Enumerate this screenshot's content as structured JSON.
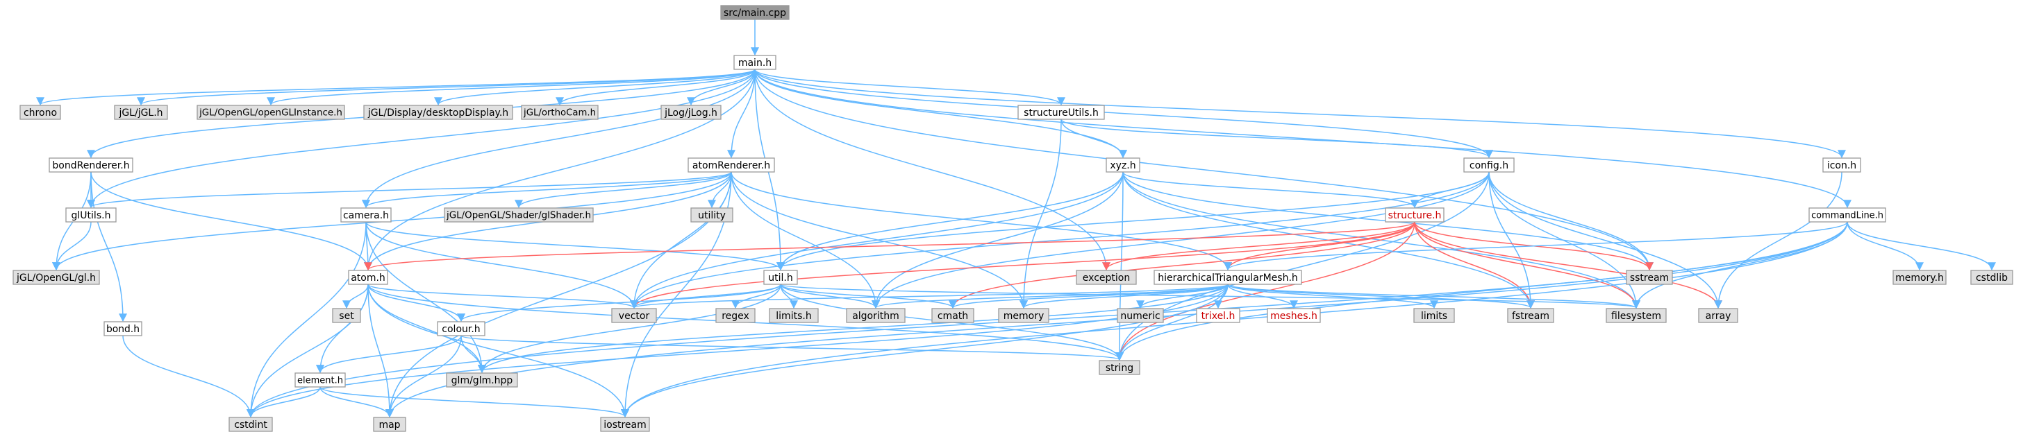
{
  "colors": {
    "edge": "#63b8ff",
    "edge_highlight": "#ff6666",
    "fill_root": "#999999",
    "fill_documented": "#ffffff",
    "fill_external": "#e0e0e0",
    "border_default": "#999999",
    "border_highlight": "#ff0000",
    "text_default": "#000000",
    "text_highlight": "#cc0000"
  },
  "nodes": [
    {
      "id": "src_main_cpp",
      "label": "src/main.cpp",
      "kind": "root"
    },
    {
      "id": "main_h",
      "label": "main.h",
      "kind": "documented"
    },
    {
      "id": "chrono",
      "label": "chrono",
      "kind": "external"
    },
    {
      "id": "jgl_jgl_h",
      "label": "jGL/jGL.h",
      "kind": "external"
    },
    {
      "id": "jgl_opengl_openglinstance_h",
      "label": "jGL/OpenGL/openGLInstance.h",
      "kind": "external"
    },
    {
      "id": "jgl_display_desktopdisplay_h",
      "label": "jGL/Display/desktopDisplay.h",
      "kind": "external"
    },
    {
      "id": "jgl_orthocam_h",
      "label": "jGL/orthoCam.h",
      "kind": "external"
    },
    {
      "id": "jlog_jlog_h",
      "label": "jLog/jLog.h",
      "kind": "external"
    },
    {
      "id": "structureutils_h",
      "label": "structureUtils.h",
      "kind": "documented"
    },
    {
      "id": "icon_h",
      "label": "icon.h",
      "kind": "documented"
    },
    {
      "id": "bondrenderer_h",
      "label": "bondRenderer.h",
      "kind": "documented"
    },
    {
      "id": "atomrenderer_h",
      "label": "atomRenderer.h",
      "kind": "documented"
    },
    {
      "id": "xyz_h",
      "label": "xyz.h",
      "kind": "documented"
    },
    {
      "id": "config_h",
      "label": "config.h",
      "kind": "documented"
    },
    {
      "id": "commandline_h",
      "label": "commandLine.h",
      "kind": "documented"
    },
    {
      "id": "glutils_h",
      "label": "glUtils.h",
      "kind": "documented"
    },
    {
      "id": "camera_h",
      "label": "camera.h",
      "kind": "documented"
    },
    {
      "id": "jgl_opengl_shader_glshader_h",
      "label": "jGL/OpenGL/Shader/glShader.h",
      "kind": "external"
    },
    {
      "id": "utility",
      "label": "utility",
      "kind": "external"
    },
    {
      "id": "structure_h",
      "label": "structure.h",
      "kind": "highlight"
    },
    {
      "id": "sstream",
      "label": "sstream",
      "kind": "external"
    },
    {
      "id": "memory_h",
      "label": "memory.h",
      "kind": "external"
    },
    {
      "id": "cstdlib",
      "label": "cstdlib",
      "kind": "external"
    },
    {
      "id": "jgl_opengl_gl_h",
      "label": "jGL/OpenGL/gl.h",
      "kind": "external"
    },
    {
      "id": "atom_h",
      "label": "atom.h",
      "kind": "documented"
    },
    {
      "id": "util_h",
      "label": "util.h",
      "kind": "documented"
    },
    {
      "id": "exception",
      "label": "exception",
      "kind": "external"
    },
    {
      "id": "hierarchicaltriangularmesh_h",
      "label": "hierarchicalTriangularMesh.h",
      "kind": "documented"
    },
    {
      "id": "bond_h",
      "label": "bond.h",
      "kind": "documented"
    },
    {
      "id": "set",
      "label": "set",
      "kind": "external"
    },
    {
      "id": "vector",
      "label": "vector",
      "kind": "external"
    },
    {
      "id": "regex",
      "label": "regex",
      "kind": "external"
    },
    {
      "id": "limits_h",
      "label": "limits.h",
      "kind": "external"
    },
    {
      "id": "algorithm",
      "label": "algorithm",
      "kind": "external"
    },
    {
      "id": "cmath",
      "label": "cmath",
      "kind": "external"
    },
    {
      "id": "memory",
      "label": "memory",
      "kind": "external"
    },
    {
      "id": "numeric",
      "label": "numeric",
      "kind": "external"
    },
    {
      "id": "trixel_h",
      "label": "trixel.h",
      "kind": "highlight"
    },
    {
      "id": "meshes_h",
      "label": "meshes.h",
      "kind": "highlight"
    },
    {
      "id": "limits",
      "label": "limits",
      "kind": "external"
    },
    {
      "id": "fstream",
      "label": "fstream",
      "kind": "external"
    },
    {
      "id": "filesystem",
      "label": "filesystem",
      "kind": "external"
    },
    {
      "id": "array",
      "label": "array",
      "kind": "external"
    },
    {
      "id": "colour_h",
      "label": "colour.h",
      "kind": "documented"
    },
    {
      "id": "glm_glm_hpp",
      "label": "glm/glm.hpp",
      "kind": "external"
    },
    {
      "id": "string",
      "label": "string",
      "kind": "external"
    },
    {
      "id": "element_h",
      "label": "element.h",
      "kind": "documented"
    },
    {
      "id": "cstdint",
      "label": "cstdint",
      "kind": "external"
    },
    {
      "id": "map",
      "label": "map",
      "kind": "external"
    },
    {
      "id": "iostream",
      "label": "iostream",
      "kind": "external"
    }
  ],
  "edges": [
    [
      "src_main_cpp",
      "main_h"
    ],
    [
      "main_h",
      "chrono"
    ],
    [
      "main_h",
      "jgl_jgl_h"
    ],
    [
      "main_h",
      "jgl_opengl_openglinstance_h"
    ],
    [
      "main_h",
      "jgl_display_desktopdisplay_h"
    ],
    [
      "main_h",
      "jgl_orthocam_h"
    ],
    [
      "main_h",
      "jlog_jlog_h"
    ],
    [
      "main_h",
      "bondrenderer_h"
    ],
    [
      "main_h",
      "glutils_h"
    ],
    [
      "main_h",
      "atom_h"
    ],
    [
      "main_h",
      "atomrenderer_h"
    ],
    [
      "main_h",
      "camera_h"
    ],
    [
      "main_h",
      "util_h"
    ],
    [
      "main_h",
      "structureutils_h"
    ],
    [
      "main_h",
      "xyz_h"
    ],
    [
      "main_h",
      "config_h"
    ],
    [
      "main_h",
      "exception"
    ],
    [
      "main_h",
      "sstream"
    ],
    [
      "main_h",
      "commandline_h"
    ],
    [
      "main_h",
      "icon_h"
    ],
    [
      "bondrenderer_h",
      "glutils_h"
    ],
    [
      "bondrenderer_h",
      "jgl_opengl_gl_h"
    ],
    [
      "bondrenderer_h",
      "atom_h"
    ],
    [
      "bondrenderer_h",
      "bond_h"
    ],
    [
      "glutils_h",
      "jgl_opengl_gl_h"
    ],
    [
      "atomrenderer_h",
      "glutils_h"
    ],
    [
      "atomrenderer_h",
      "camera_h"
    ],
    [
      "atomrenderer_h",
      "jgl_opengl_shader_glshader_h"
    ],
    [
      "atomrenderer_h",
      "utility"
    ],
    [
      "atomrenderer_h",
      "atom_h"
    ],
    [
      "atomrenderer_h",
      "vector"
    ],
    [
      "atomrenderer_h",
      "algorithm"
    ],
    [
      "atomrenderer_h",
      "memory"
    ],
    [
      "atomrenderer_h",
      "map"
    ],
    [
      "atomrenderer_h",
      "iostream"
    ],
    [
      "atomrenderer_h",
      "hierarchicaltriangularmesh_h"
    ],
    [
      "atomrenderer_h",
      "jgl_opengl_gl_h"
    ],
    [
      "camera_h",
      "atom_h"
    ],
    [
      "camera_h",
      "util_h"
    ],
    [
      "camera_h",
      "vector"
    ],
    [
      "camera_h",
      "glm_glm_hpp"
    ],
    [
      "camera_h",
      "cstdint"
    ],
    [
      "structureutils_h",
      "xyz_h"
    ],
    [
      "structureutils_h",
      "config_h"
    ],
    [
      "structureutils_h",
      "memory"
    ],
    [
      "xyz_h",
      "structure_h"
    ],
    [
      "xyz_h",
      "util_h"
    ],
    [
      "xyz_h",
      "vector"
    ],
    [
      "xyz_h",
      "algorithm"
    ],
    [
      "xyz_h",
      "string"
    ],
    [
      "xyz_h",
      "fstream"
    ],
    [
      "xyz_h",
      "sstream"
    ],
    [
      "xyz_h",
      "filesystem"
    ],
    [
      "config_h",
      "structure_h"
    ],
    [
      "config_h",
      "util_h"
    ],
    [
      "config_h",
      "vector"
    ],
    [
      "config_h",
      "sstream"
    ],
    [
      "config_h",
      "fstream"
    ],
    [
      "config_h",
      "filesystem"
    ],
    [
      "config_h",
      "array"
    ],
    [
      "config_h",
      "string"
    ],
    [
      "config_h",
      "algorithm"
    ],
    [
      "structure_h",
      "atom_h"
    ],
    [
      "structure_h",
      "hierarchicaltriangularmesh_h"
    ],
    [
      "structure_h",
      "exception"
    ],
    [
      "structure_h",
      "sstream"
    ],
    [
      "structure_h",
      "filesystem"
    ],
    [
      "structure_h",
      "array"
    ],
    [
      "structure_h",
      "fstream"
    ],
    [
      "structure_h",
      "string"
    ],
    [
      "structure_h",
      "vector"
    ],
    [
      "structure_h",
      "cmath"
    ],
    [
      "util_h",
      "colour_h"
    ],
    [
      "util_h",
      "vector"
    ],
    [
      "util_h",
      "regex"
    ],
    [
      "util_h",
      "limits_h"
    ],
    [
      "util_h",
      "algorithm"
    ],
    [
      "util_h",
      "cmath"
    ],
    [
      "util_h",
      "string"
    ],
    [
      "util_h",
      "glm_glm_hpp"
    ],
    [
      "util_h",
      "filesystem"
    ],
    [
      "hierarchicaltriangularmesh_h",
      "vector"
    ],
    [
      "hierarchicaltriangularmesh_h",
      "algorithm"
    ],
    [
      "hierarchicaltriangularmesh_h",
      "cmath"
    ],
    [
      "hierarchicaltriangularmesh_h",
      "memory"
    ],
    [
      "hierarchicaltriangularmesh_h",
      "numeric"
    ],
    [
      "hierarchicaltriangularmesh_h",
      "trixel_h"
    ],
    [
      "hierarchicaltriangularmesh_h",
      "meshes_h"
    ],
    [
      "hierarchicaltriangularmesh_h",
      "limits"
    ],
    [
      "hierarchicaltriangularmesh_h",
      "string"
    ],
    [
      "hierarchicaltriangularmesh_h",
      "fstream"
    ],
    [
      "hierarchicaltriangularmesh_h",
      "filesystem"
    ],
    [
      "hierarchicaltriangularmesh_h",
      "glm_glm_hpp"
    ],
    [
      "hierarchicaltriangularmesh_h",
      "cstdint"
    ],
    [
      "hierarchicaltriangularmesh_h",
      "iostream"
    ],
    [
      "commandline_h",
      "hierarchicaltriangularmesh_h"
    ],
    [
      "commandline_h",
      "memory_h"
    ],
    [
      "commandline_h",
      "cstdlib"
    ],
    [
      "commandline_h",
      "filesystem"
    ],
    [
      "commandline_h",
      "string"
    ],
    [
      "commandline_h",
      "iostream"
    ],
    [
      "commandline_h",
      "cstdint"
    ],
    [
      "commandline_h",
      "map"
    ],
    [
      "icon_h",
      "array"
    ],
    [
      "atom_h",
      "set"
    ],
    [
      "atom_h",
      "vector"
    ],
    [
      "atom_h",
      "colour_h"
    ],
    [
      "atom_h",
      "element_h"
    ],
    [
      "atom_h",
      "cstdint"
    ],
    [
      "atom_h",
      "map"
    ],
    [
      "atom_h",
      "iostream"
    ],
    [
      "atom_h",
      "glm_glm_hpp"
    ],
    [
      "atom_h",
      "string"
    ],
    [
      "colour_h",
      "element_h"
    ],
    [
      "colour_h",
      "glm_glm_hpp"
    ],
    [
      "colour_h",
      "map"
    ],
    [
      "colour_h",
      "string"
    ],
    [
      "element_h",
      "cstdint"
    ],
    [
      "element_h",
      "map"
    ],
    [
      "element_h",
      "iostream"
    ],
    [
      "bond_h",
      "cstdint"
    ]
  ]
}
